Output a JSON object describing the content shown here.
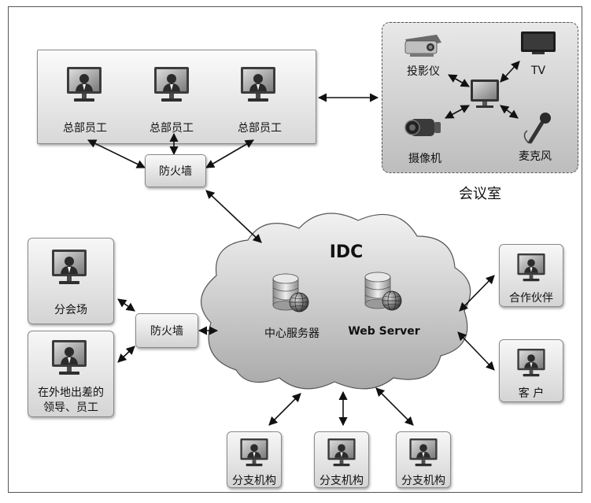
{
  "headquarters": {
    "employee_label_1": "总部员工",
    "employee_label_2": "总部员工",
    "employee_label_3": "总部员工",
    "firewall_label": "防火墙"
  },
  "meeting_room": {
    "title": "会议室",
    "projector_label": "投影仪",
    "tv_label": "TV",
    "camera_label": "摄像机",
    "microphone_label": "麦克风"
  },
  "idc": {
    "title": "IDC",
    "central_server_label": "中心服务器",
    "web_server_label": "Web Server"
  },
  "left_side": {
    "branch_venue_label": "分会场",
    "traveling_staff_label_line1": "在外地出差的",
    "traveling_staff_label_line2": "领导、员工",
    "firewall_label": "防火墙"
  },
  "right_side": {
    "partner_label": "合作伙伴",
    "customer_label": "客 户"
  },
  "branches": {
    "branch_label_1": "分支机构",
    "branch_label_2": "分支机构",
    "branch_label_3": "分支机构"
  },
  "icons": {
    "monitor": "monitor-icon",
    "user": "user-icon",
    "database": "database-server-icon",
    "globe": "globe-icon",
    "cloud": "cloud-icon",
    "projector": "projector-icon",
    "tv": "tv-icon",
    "camera": "camcorder-icon",
    "microphone": "microphone-icon"
  }
}
